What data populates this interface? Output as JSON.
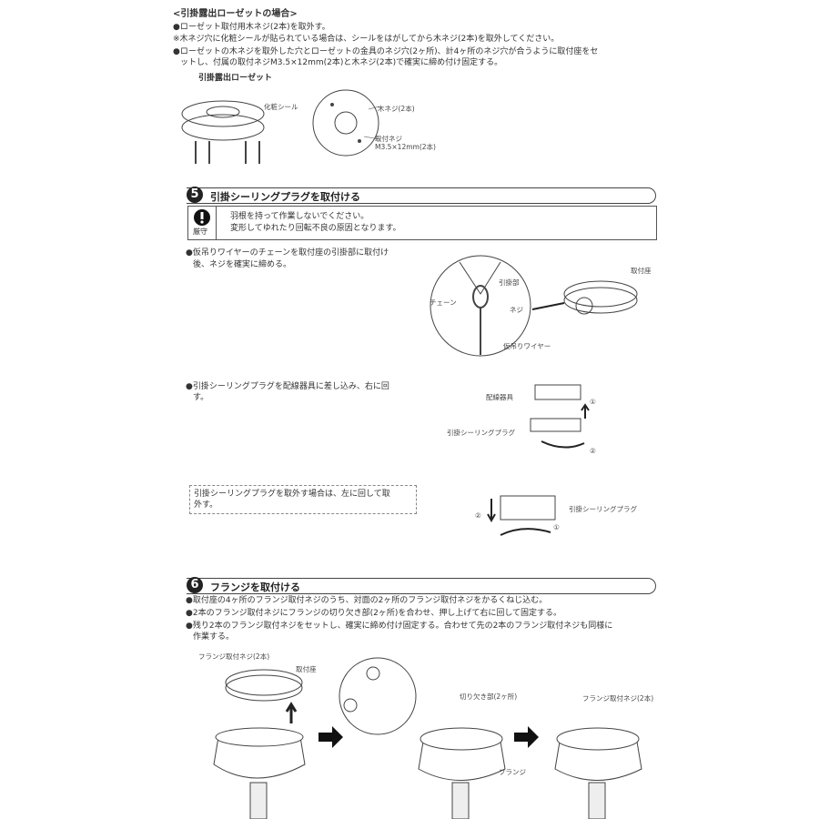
{
  "intro": {
    "heading": "<引掛露出ローゼットの場合>",
    "lines": [
      "●ローゼット取付用木ネジ(2本)を取外す。",
      "※木ネジ穴に化粧シールが貼られている場合は、シールをはがしてから木ネジ(2本)を取外してください。",
      "●ローゼットの木ネジを取外した穴とローゼットの金具のネジ穴(2ヶ所)、計4ヶ所のネジ穴が合うように取付座をセ",
      "ットし、付属の取付ネジM3.5×12mm(2本)と木ネジ(2本)で確実に締め付け固定する。"
    ],
    "figure_title": "引掛露出ローゼット",
    "labels": [
      "化粧シール",
      "木ネジ(2本)",
      "取付ネジ",
      "M3.5×12mm(2本)"
    ]
  },
  "section5": {
    "number": "5",
    "title": "引掛シーリングプラグを取付ける",
    "warning": {
      "icon": "exclamation-icon",
      "badge": "厳守",
      "lines": [
        "羽根を持って作業しないでください。",
        "変形してゆれたり回転不良の原因となります。"
      ]
    },
    "step1": [
      "●仮吊りワイヤーのチェーンを取付座の引掛部に取付け",
      "後、ネジを確実に締める。"
    ],
    "step1_labels": [
      "引掛部",
      "チェーン",
      "ネジ",
      "仮吊りワイヤー",
      "取付座"
    ],
    "step2": [
      "●引掛シーリングプラグを配線器具に差し込み、右に回",
      "す。"
    ],
    "step2_labels": [
      "配線器具",
      "引掛シーリングプラグ",
      "①",
      "②"
    ],
    "note": [
      "引掛シーリングプラグを取外す場合は、左に回して取",
      "外す。"
    ],
    "note_labels": [
      "引掛シーリングプラグ",
      "②",
      "①"
    ]
  },
  "section6": {
    "number": "6",
    "title": "フランジを取付ける",
    "lines": [
      "●取付座の4ヶ所のフランジ取付ネジのうち、対面の2ヶ所のフランジ取付ネジをかるくねじ込む。",
      "●2本のフランジ取付ネジにフランジの切り欠き部(2ヶ所)を合わせ、押し上げて右に回して固定する。",
      "●残り2本のフランジ取付ネジをセットし、確実に締め付け固定する。合わせて先の2本のフランジ取付ネジも同様に",
      "作業する。"
    ],
    "labels": [
      "フランジ取付ネジ(2本)",
      "取付座",
      "切り欠き部(2ヶ所)",
      "フランジ",
      "フランジ取付ネジ(2本)"
    ]
  }
}
